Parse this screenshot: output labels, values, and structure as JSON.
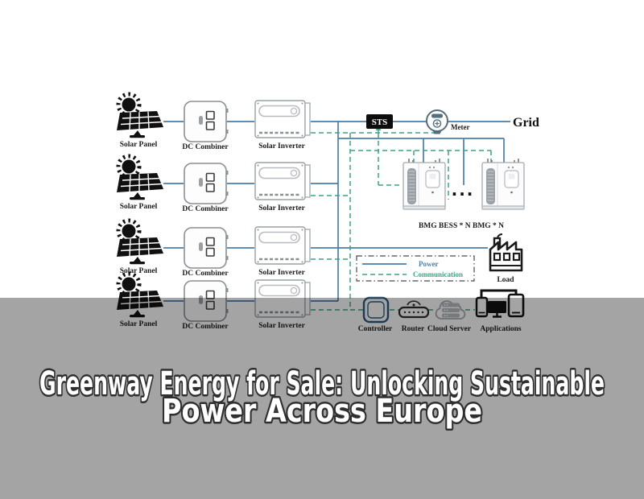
{
  "colors": {
    "power_line": "#4a7ea8",
    "comm_line": "#3fa287",
    "gray_band": "#a4a4a4",
    "title_outline": "#2f2f2f",
    "sts_bg": "#0d0d0d",
    "controller_stroke": "#2b5a80"
  },
  "diagram": {
    "row_labels": {
      "solar_panel": "Solar Panel",
      "dc_combiner": "DC Combiner",
      "solar_inverter": "Solar Inverter"
    },
    "sts": "STS",
    "meter": "Meter",
    "grid": "Grid",
    "bess_caption": "BMG BESS * N BMG * N",
    "ellipsis": "...",
    "load": "Load",
    "legend": {
      "power": "Power",
      "communication": "Communication"
    },
    "devices": {
      "controller": "Controller",
      "router": "Router",
      "cloud_server": "Cloud Server",
      "applications": "Applications"
    },
    "icons": {
      "solar_panel": "sun-with-panel-icon",
      "dc_combiner": "combiner-box-icon",
      "solar_inverter": "inverter-box-icon",
      "sts": "sts-switch-icon",
      "meter": "power-meter-icon",
      "battery": "bess-cabinet-icon",
      "load": "factory-icon",
      "controller": "controller-icon",
      "router": "router-icon",
      "cloud_server": "cloud-server-icon",
      "applications": "devices-icon"
    }
  },
  "banner": {
    "line1": "Greenway Energy for Sale: Unlocking Sustainable",
    "line2": "Power Across Europe"
  }
}
